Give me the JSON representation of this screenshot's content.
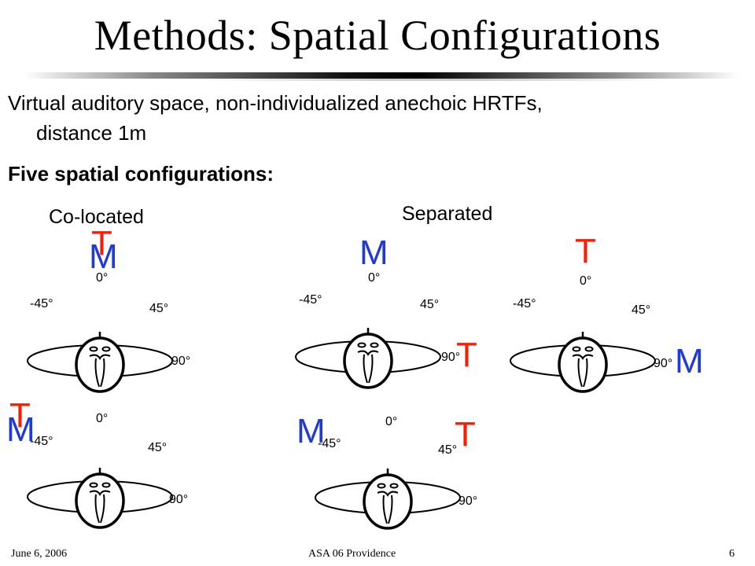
{
  "slide": {
    "title": "Methods: Spatial Configurations",
    "bullets": {
      "line1": "Virtual auditory space, non-individualized anechoic HRTFs,",
      "line2": "distance 1m",
      "heading": "Five spatial configurations:"
    },
    "groups": {
      "colocated": "Co-located",
      "separated": "Separated"
    },
    "angles": {
      "zero": "0°",
      "minus45": "-45°",
      "plus45": "45°",
      "plus90": "90°"
    },
    "sources": {
      "target": "T",
      "masker": "M"
    },
    "footer": {
      "date": "June 6, 2006",
      "venue": "ASA 06 Providence",
      "page": "6"
    }
  },
  "colors": {
    "target": "#ff1a00",
    "masker": "#1f3ad6"
  }
}
